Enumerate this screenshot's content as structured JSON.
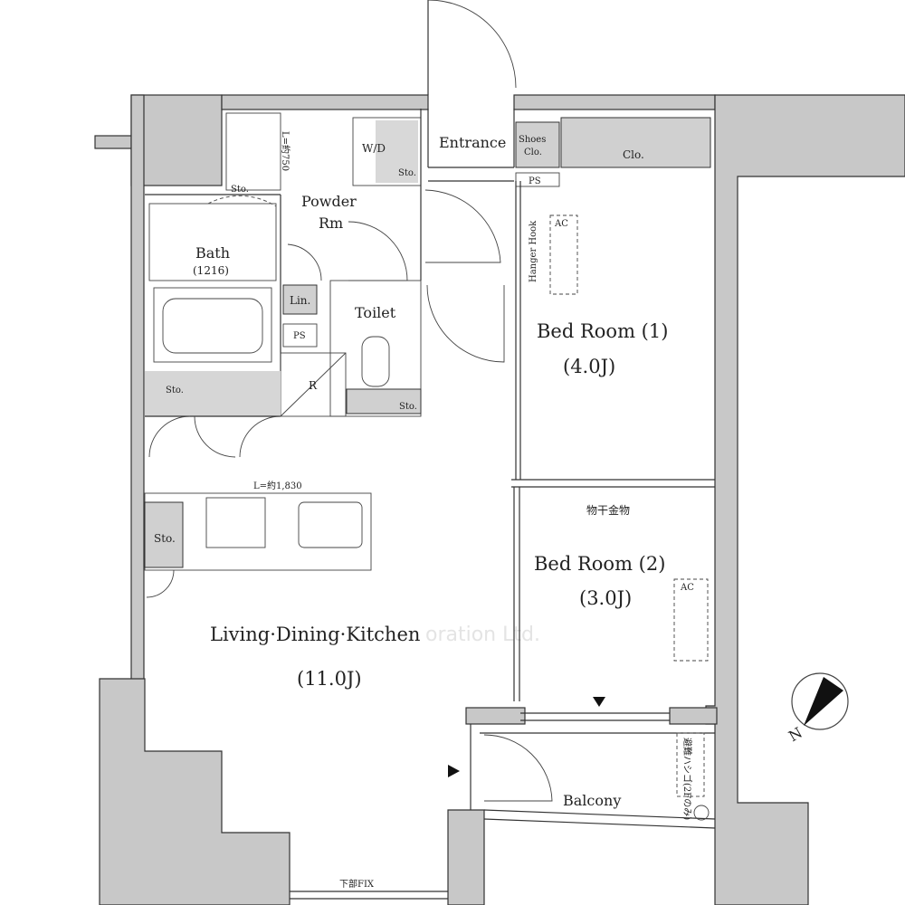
{
  "rooms": {
    "entrance": "Entrance",
    "shoes_clo_1": "Shoes",
    "shoes_clo_2": "Clo.",
    "ps_entrance": "PS",
    "closet": "Clo.",
    "powder_1": "Powder",
    "powder_2": "Rm",
    "bath": "Bath",
    "bath_size": "(1216)",
    "linen": "Lin.",
    "ps_bath": "PS",
    "toilet": "Toilet",
    "wd": "W/D",
    "washstand_length": "L=約750",
    "refrigerator": "R",
    "hanger_hook": "Hanger Hook",
    "ac_1": "AC",
    "ac_2": "AC",
    "bedroom1": "Bed Room (1)",
    "bedroom1_size": "(4.0J)",
    "drying_hardware": "物干金物",
    "bedroom2": "Bed Room (2)",
    "bedroom2_size": "(3.0J)",
    "kitchen_length": "L=約1,830",
    "ldk": "Living·Dining·Kitchen",
    "ldk_size": "(11.0J)",
    "balcony": "Balcony",
    "escape_ladder": "避難ハシゴ(2Fのみ)",
    "lower_fix": "下部FIX",
    "storage": [
      "Sto.",
      "Sto.",
      "Sto.",
      "Sto.",
      "Sto."
    ]
  },
  "compass": {
    "label": "N"
  },
  "watermark": "oration Ltd."
}
